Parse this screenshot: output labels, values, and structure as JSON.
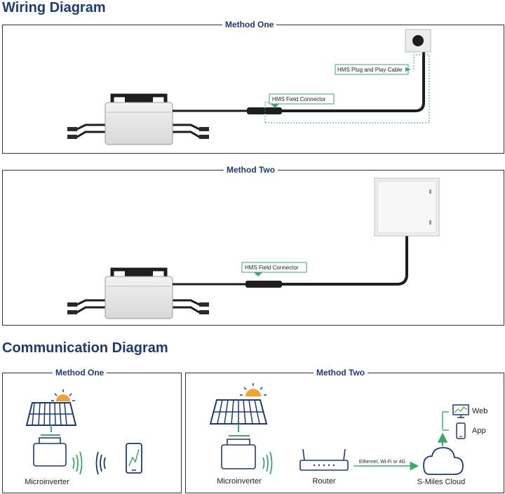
{
  "wiring": {
    "heading": "Wiring Diagram",
    "method_one": {
      "title": "Method One",
      "plug_cable_label": "HMS Plug and Play Cable",
      "field_connector_label": "HMS Field Connector"
    },
    "method_two": {
      "title": "Method Two",
      "field_connector_label": "HMS Field Connector"
    }
  },
  "communication": {
    "heading": "Communication Diagram",
    "method_one": {
      "title": "Method One",
      "microinverter_label": "Microinverter"
    },
    "method_two": {
      "title": "Method Two",
      "microinverter_label": "Microinverter",
      "router_label": "Router",
      "link_label": "Ethernet, Wi-Fi or 4G",
      "cloud_label": "S-Miles Cloud",
      "web_label": "Web",
      "app_label": "App"
    }
  },
  "colors": {
    "heading": "#1d3a72",
    "accent_green": "#3aa86b",
    "icon_blue": "#1d3a72",
    "icon_orange": "#f0a23a",
    "cable": "#1e1e1e"
  }
}
